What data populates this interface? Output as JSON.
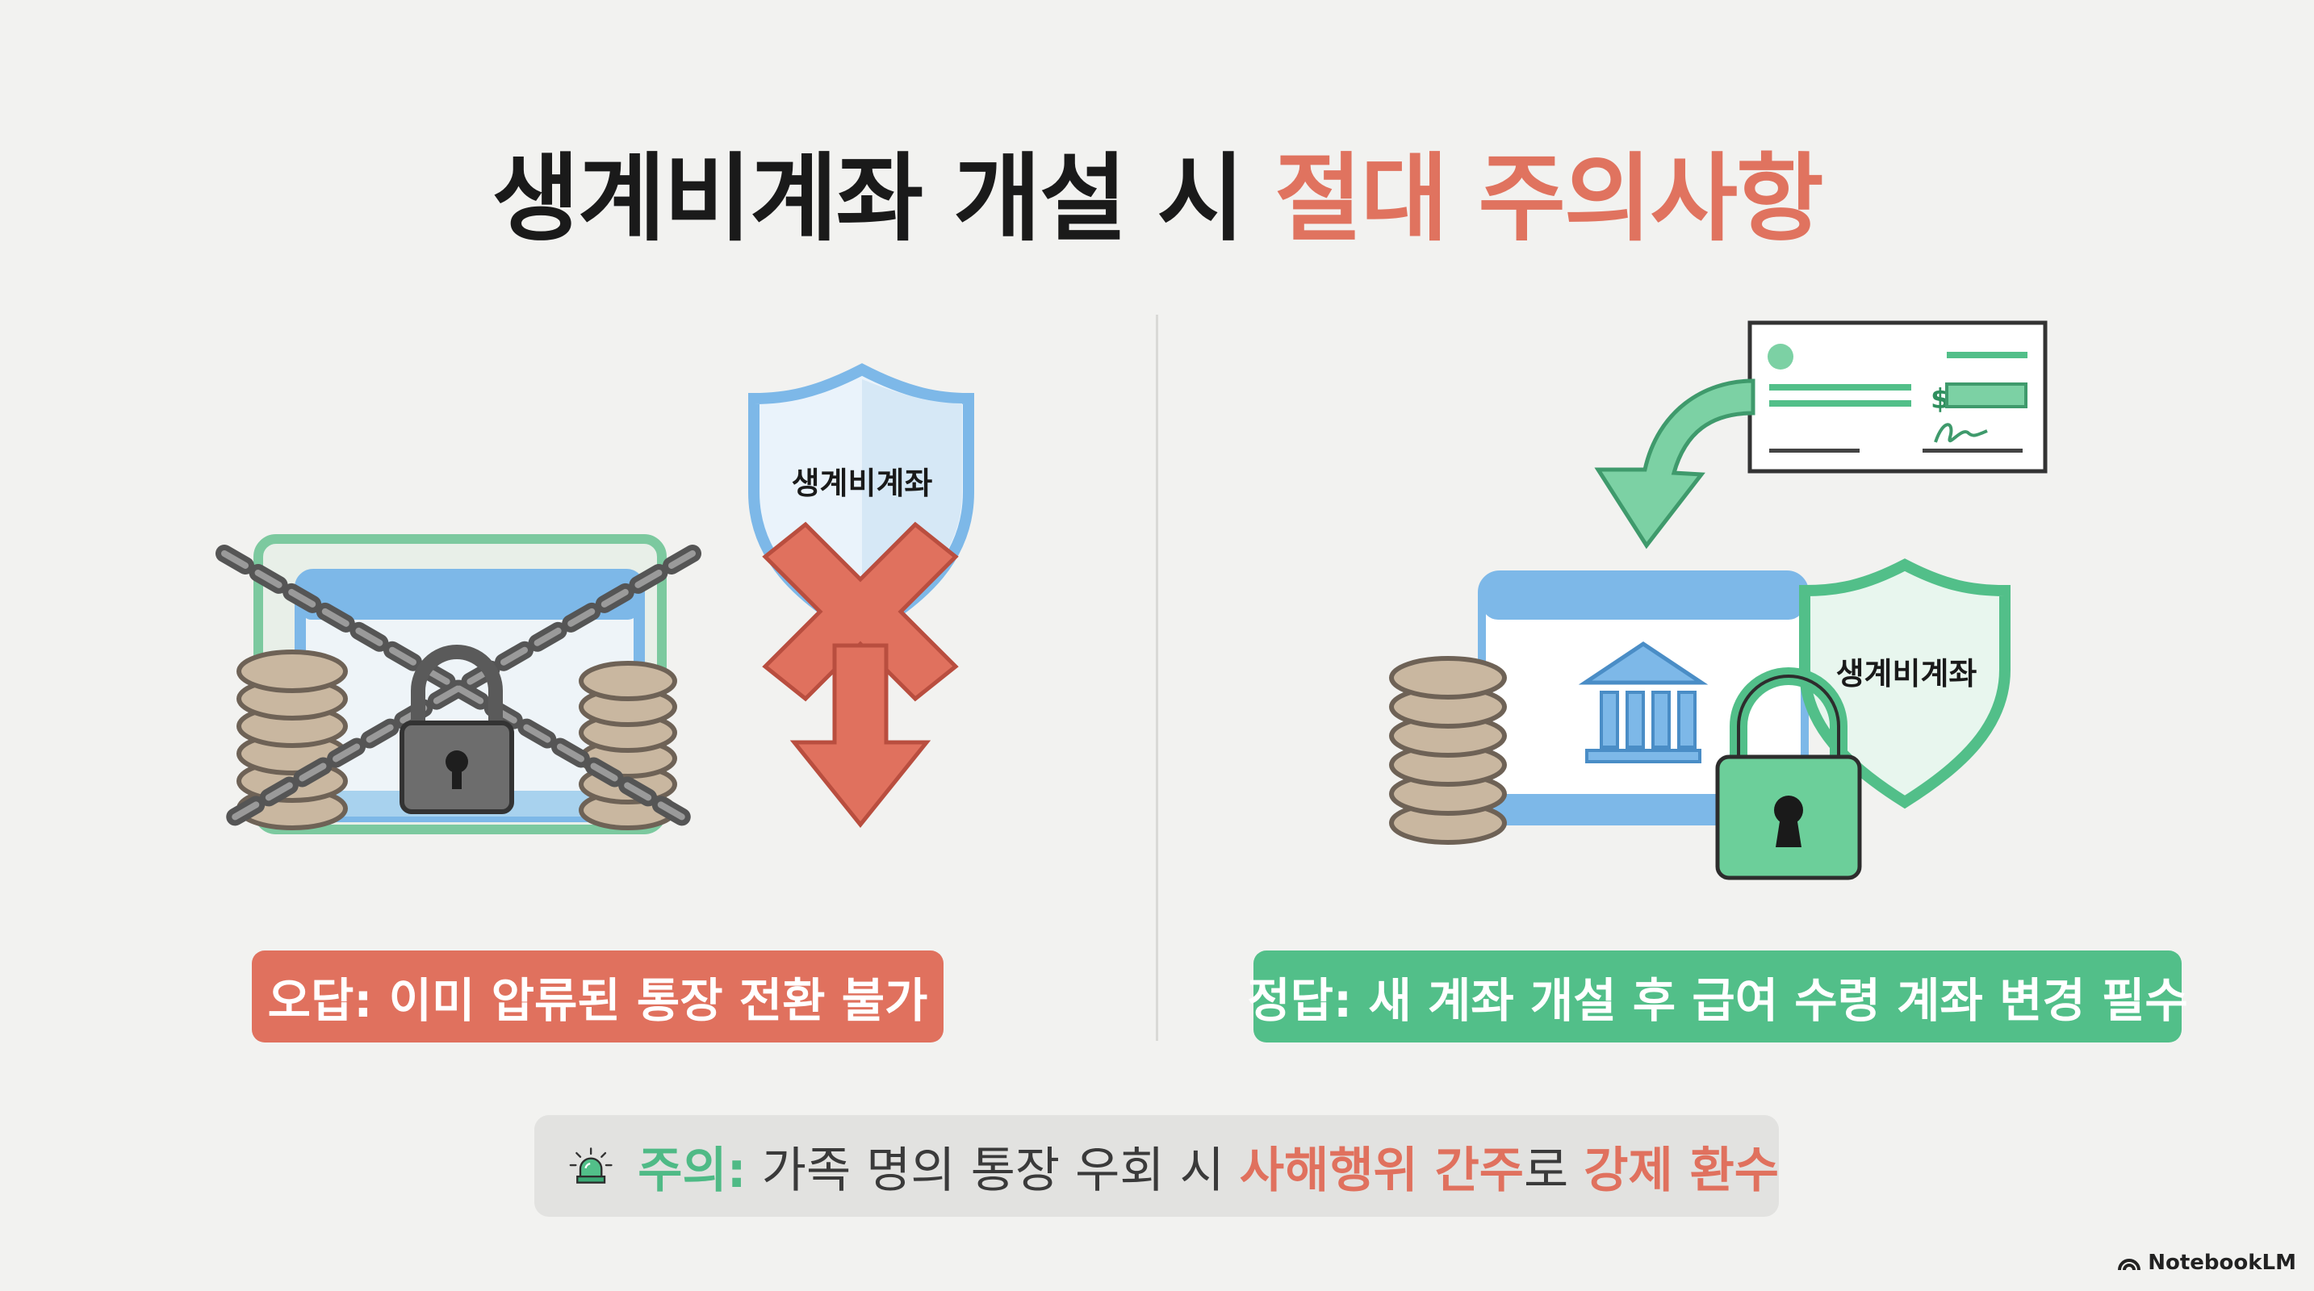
{
  "title": {
    "main": "생계비계좌 개설 시",
    "accent": "절대 주의사항"
  },
  "left_panel": {
    "shield_text": "생계비계좌",
    "label": "오답: 이미 압류된 통장 전환 불가"
  },
  "right_panel": {
    "shield_text": "생계비계좌",
    "check_symbol": "$",
    "label": "정답: 새 계좌 개설 후 급여 수령 계좌 변경 필수"
  },
  "caution": {
    "prefix": "주의:",
    "text1": " 가족 명의 통장 우회 시 ",
    "red1": "사해행위 간주",
    "text2": "로 ",
    "red2": "강제 환수"
  },
  "brand": "NotebookLM",
  "colors": {
    "accent_red": "#e0715e",
    "accent_green": "#52bf89",
    "blue": "#7db8e8"
  },
  "icons": [
    "chained-account-icon",
    "shield-icon",
    "x-mark-icon",
    "down-arrow-icon",
    "check-document-icon",
    "curved-arrow-icon",
    "bank-account-icon",
    "padlock-icon",
    "coin-stack-icon",
    "siren-icon"
  ]
}
